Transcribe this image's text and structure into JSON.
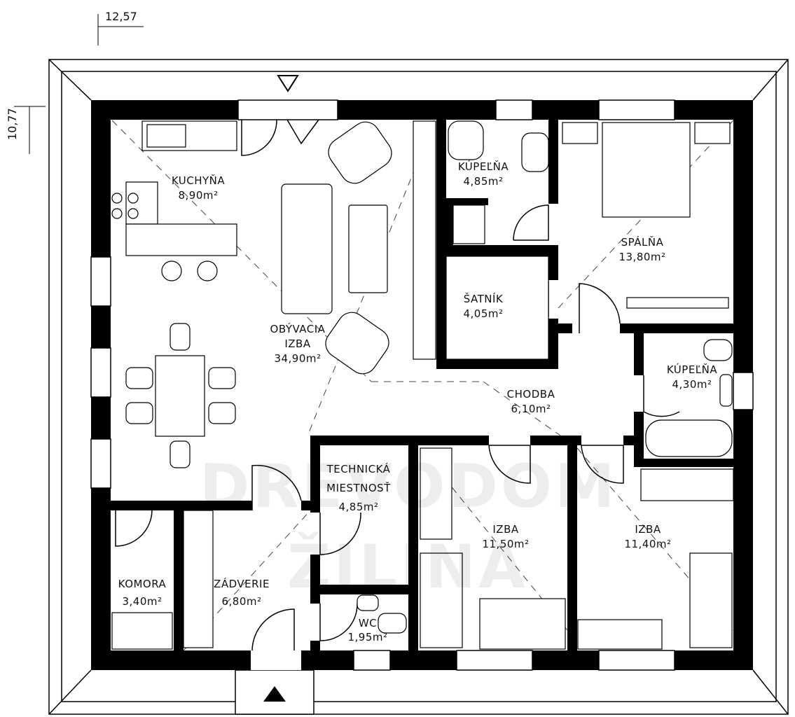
{
  "dimensions": {
    "width": "12,57",
    "depth": "10,77"
  },
  "watermark": {
    "line1": "DREVODOM",
    "line2": "ŽILINA"
  },
  "rooms": [
    {
      "name": "KUCHYŇA",
      "area": "8,90m²"
    },
    {
      "name": "OBÝVACIA",
      "name2": "IZBA",
      "area": "34,90m²"
    },
    {
      "name": "KÚPEĽŇA",
      "area": "4,85m²"
    },
    {
      "name": "SPÁLŇA",
      "area": "13,80m²"
    },
    {
      "name": "ŠATNÍK",
      "area": "4,05m²"
    },
    {
      "name": "KÚPEĽŇA",
      "area": "4,30m²"
    },
    {
      "name": "CHODBA",
      "area": "6,10m²"
    },
    {
      "name": "TECHNICKÁ",
      "name2": "MIESTNOSŤ",
      "area": "4,85m²"
    },
    {
      "name": "IZBA",
      "area": "11,50m²"
    },
    {
      "name": "IZBA",
      "area": "11,40m²"
    },
    {
      "name": "KOMORA",
      "area": "3,40m²"
    },
    {
      "name": "ZÁDVERIE",
      "area": "6,80m²"
    },
    {
      "name": "WC",
      "area": "1,95m²"
    }
  ],
  "colors": {
    "wall": "#000000",
    "line": "#222222",
    "watermark": "#ededed"
  }
}
